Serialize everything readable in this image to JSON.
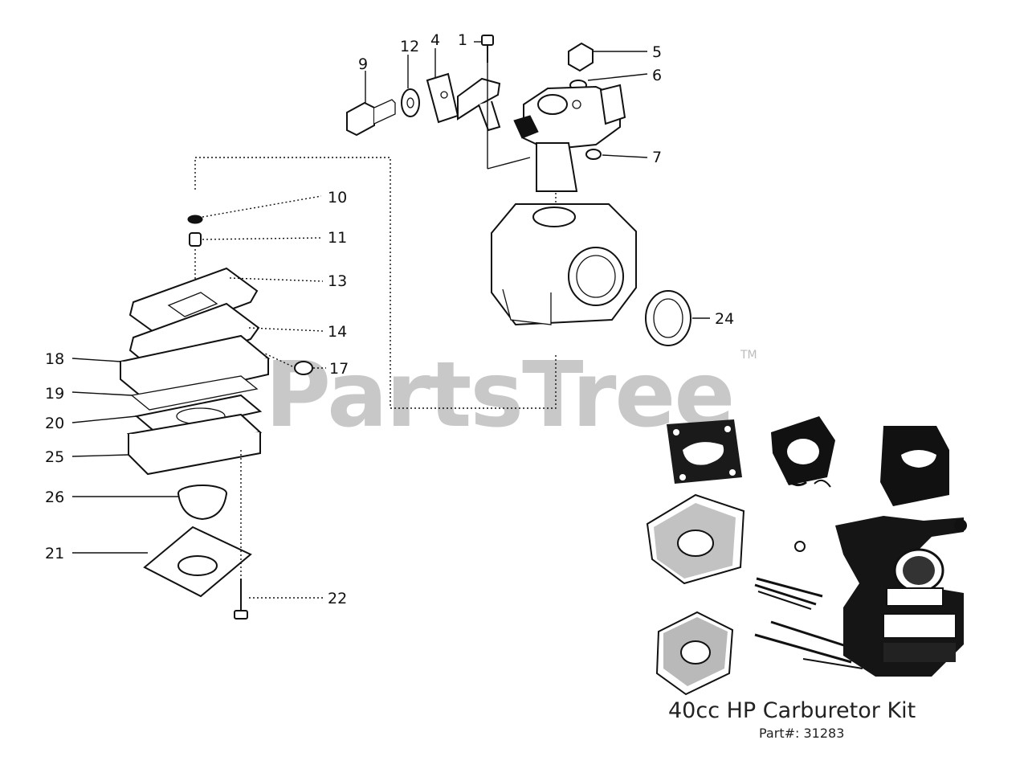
{
  "watermark": {
    "brand": "PartsTree",
    "trademark": "TM"
  },
  "callouts": [
    "1",
    "4",
    "12",
    "9",
    "5",
    "6",
    "7",
    "10",
    "11",
    "13",
    "14",
    "17",
    "18",
    "19",
    "20",
    "25",
    "26",
    "21",
    "22",
    "24"
  ],
  "kit": {
    "title": "40cc HP Carburetor Kit",
    "part_number": "Part#: 31283"
  }
}
